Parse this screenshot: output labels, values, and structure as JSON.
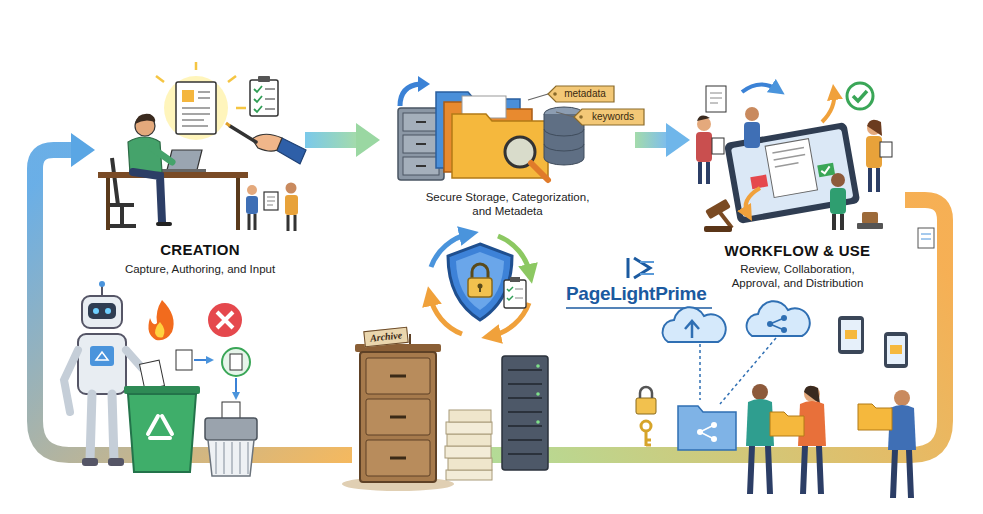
{
  "diagram": {
    "nodes": [
      {
        "text": [
          "CREATION",
          "Capture, Authoring, and Input"
        ]
      },
      {
        "text": [
          "Secure Storage, Categorization, and Metadeta"
        ]
      },
      {
        "text": [
          "WORKFLOW & USE",
          "Review, Collaboration, Approval, and Distribution"
        ]
      },
      {
        "text": [
          "Archive"
        ]
      }
    ],
    "edges": [
      {
        "from": 0,
        "to": 1,
        "arrow": "to"
      },
      {
        "from": 1,
        "to": 2,
        "arrow": "to"
      },
      {
        "from": 2,
        "to": 3,
        "arrow": "to"
      },
      {
        "from": 3,
        "to": 0,
        "arrow": "to"
      }
    ],
    "labels": [
      "metadata",
      "keywords",
      "PageLightPrime"
    ]
  }
}
